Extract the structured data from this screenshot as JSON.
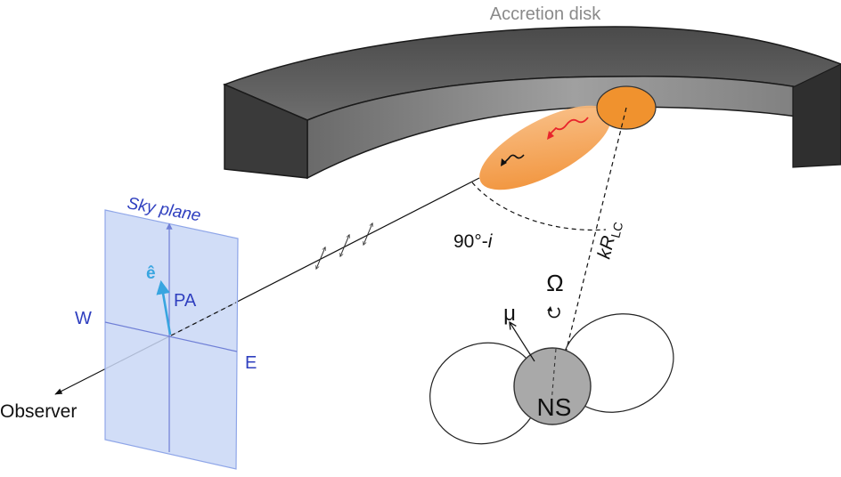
{
  "labels": {
    "accretion_disk": "Accretion disk",
    "sky_plane": "Sky plane",
    "e_hat": "ê",
    "pa": "PA",
    "west": "W",
    "east": "E",
    "observer": "Observer",
    "angle_main": "90°-",
    "angle_var": "i",
    "k_r": "kR",
    "lc": "LC",
    "omega": "Ω",
    "mu": "μ",
    "ns": "NS"
  },
  "colors": {
    "disk_top": "#5c5c5c",
    "disk_inner": "#8c8c8c",
    "disk_side": "#2f2f2f",
    "hotspot": "#f0922e",
    "plume": "#f5a24c",
    "red_photon": "#e8232b",
    "sky_plane_fill": "#c9d7f6",
    "sky_plane_edge": "#8fa6e8",
    "sky_axes": "#6f7fd6",
    "e_vector": "#38a5e0",
    "label_blue": "#2f3fbf",
    "ns_fill": "#a9a9a9",
    "line": "#111111"
  }
}
